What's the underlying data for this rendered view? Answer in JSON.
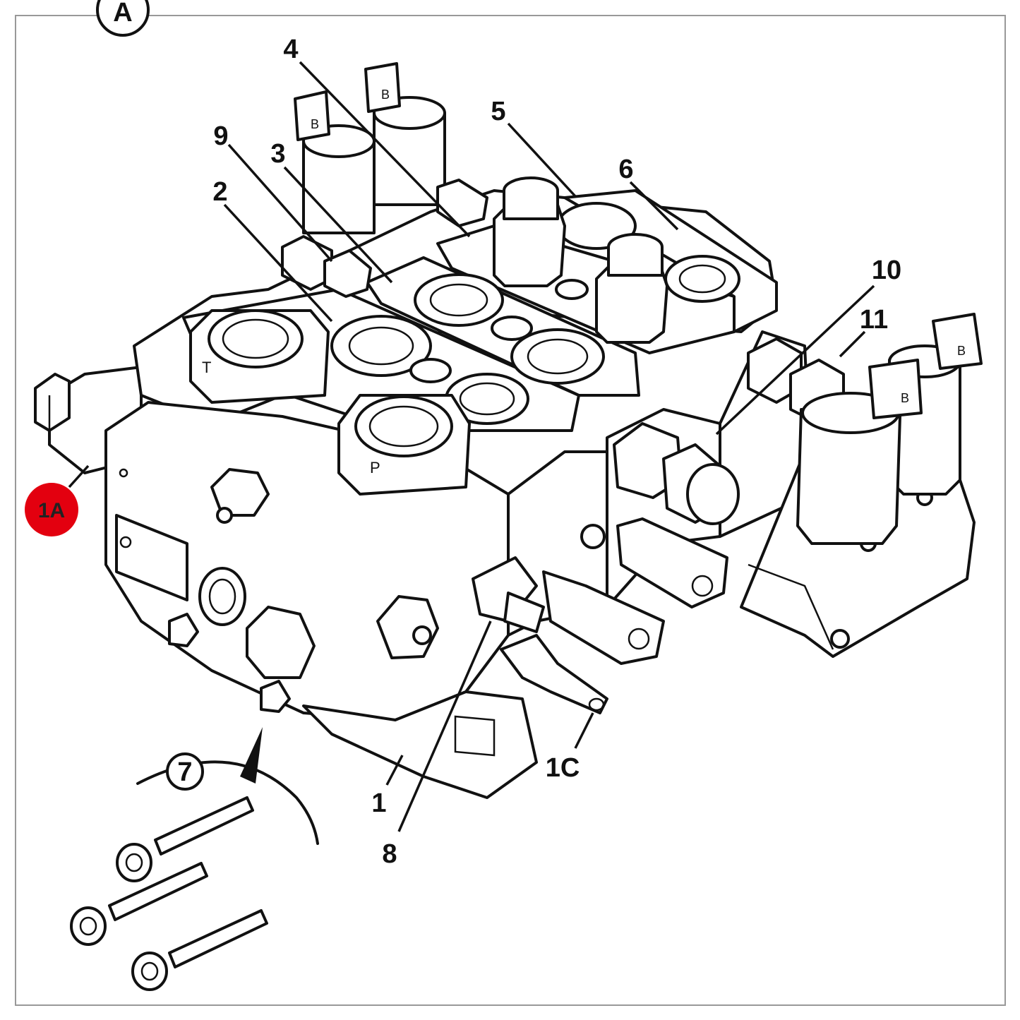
{
  "view_tag": "A",
  "callouts": {
    "c1": "1",
    "c1a": "1A",
    "c1c": "1C",
    "c2": "2",
    "c3": "3",
    "c4": "4",
    "c5": "5",
    "c6": "6",
    "c7": "7",
    "c8": "8",
    "c9": "9",
    "c10": "10",
    "c11": "11"
  },
  "port_marks": {
    "tank": "T",
    "pressure": "P"
  },
  "connector_marks": [
    "B",
    "B",
    "B",
    "B"
  ],
  "colors": {
    "line": "#111111",
    "highlight": "#e3000f",
    "highlight_text": "#222222",
    "background": "#ffffff"
  }
}
